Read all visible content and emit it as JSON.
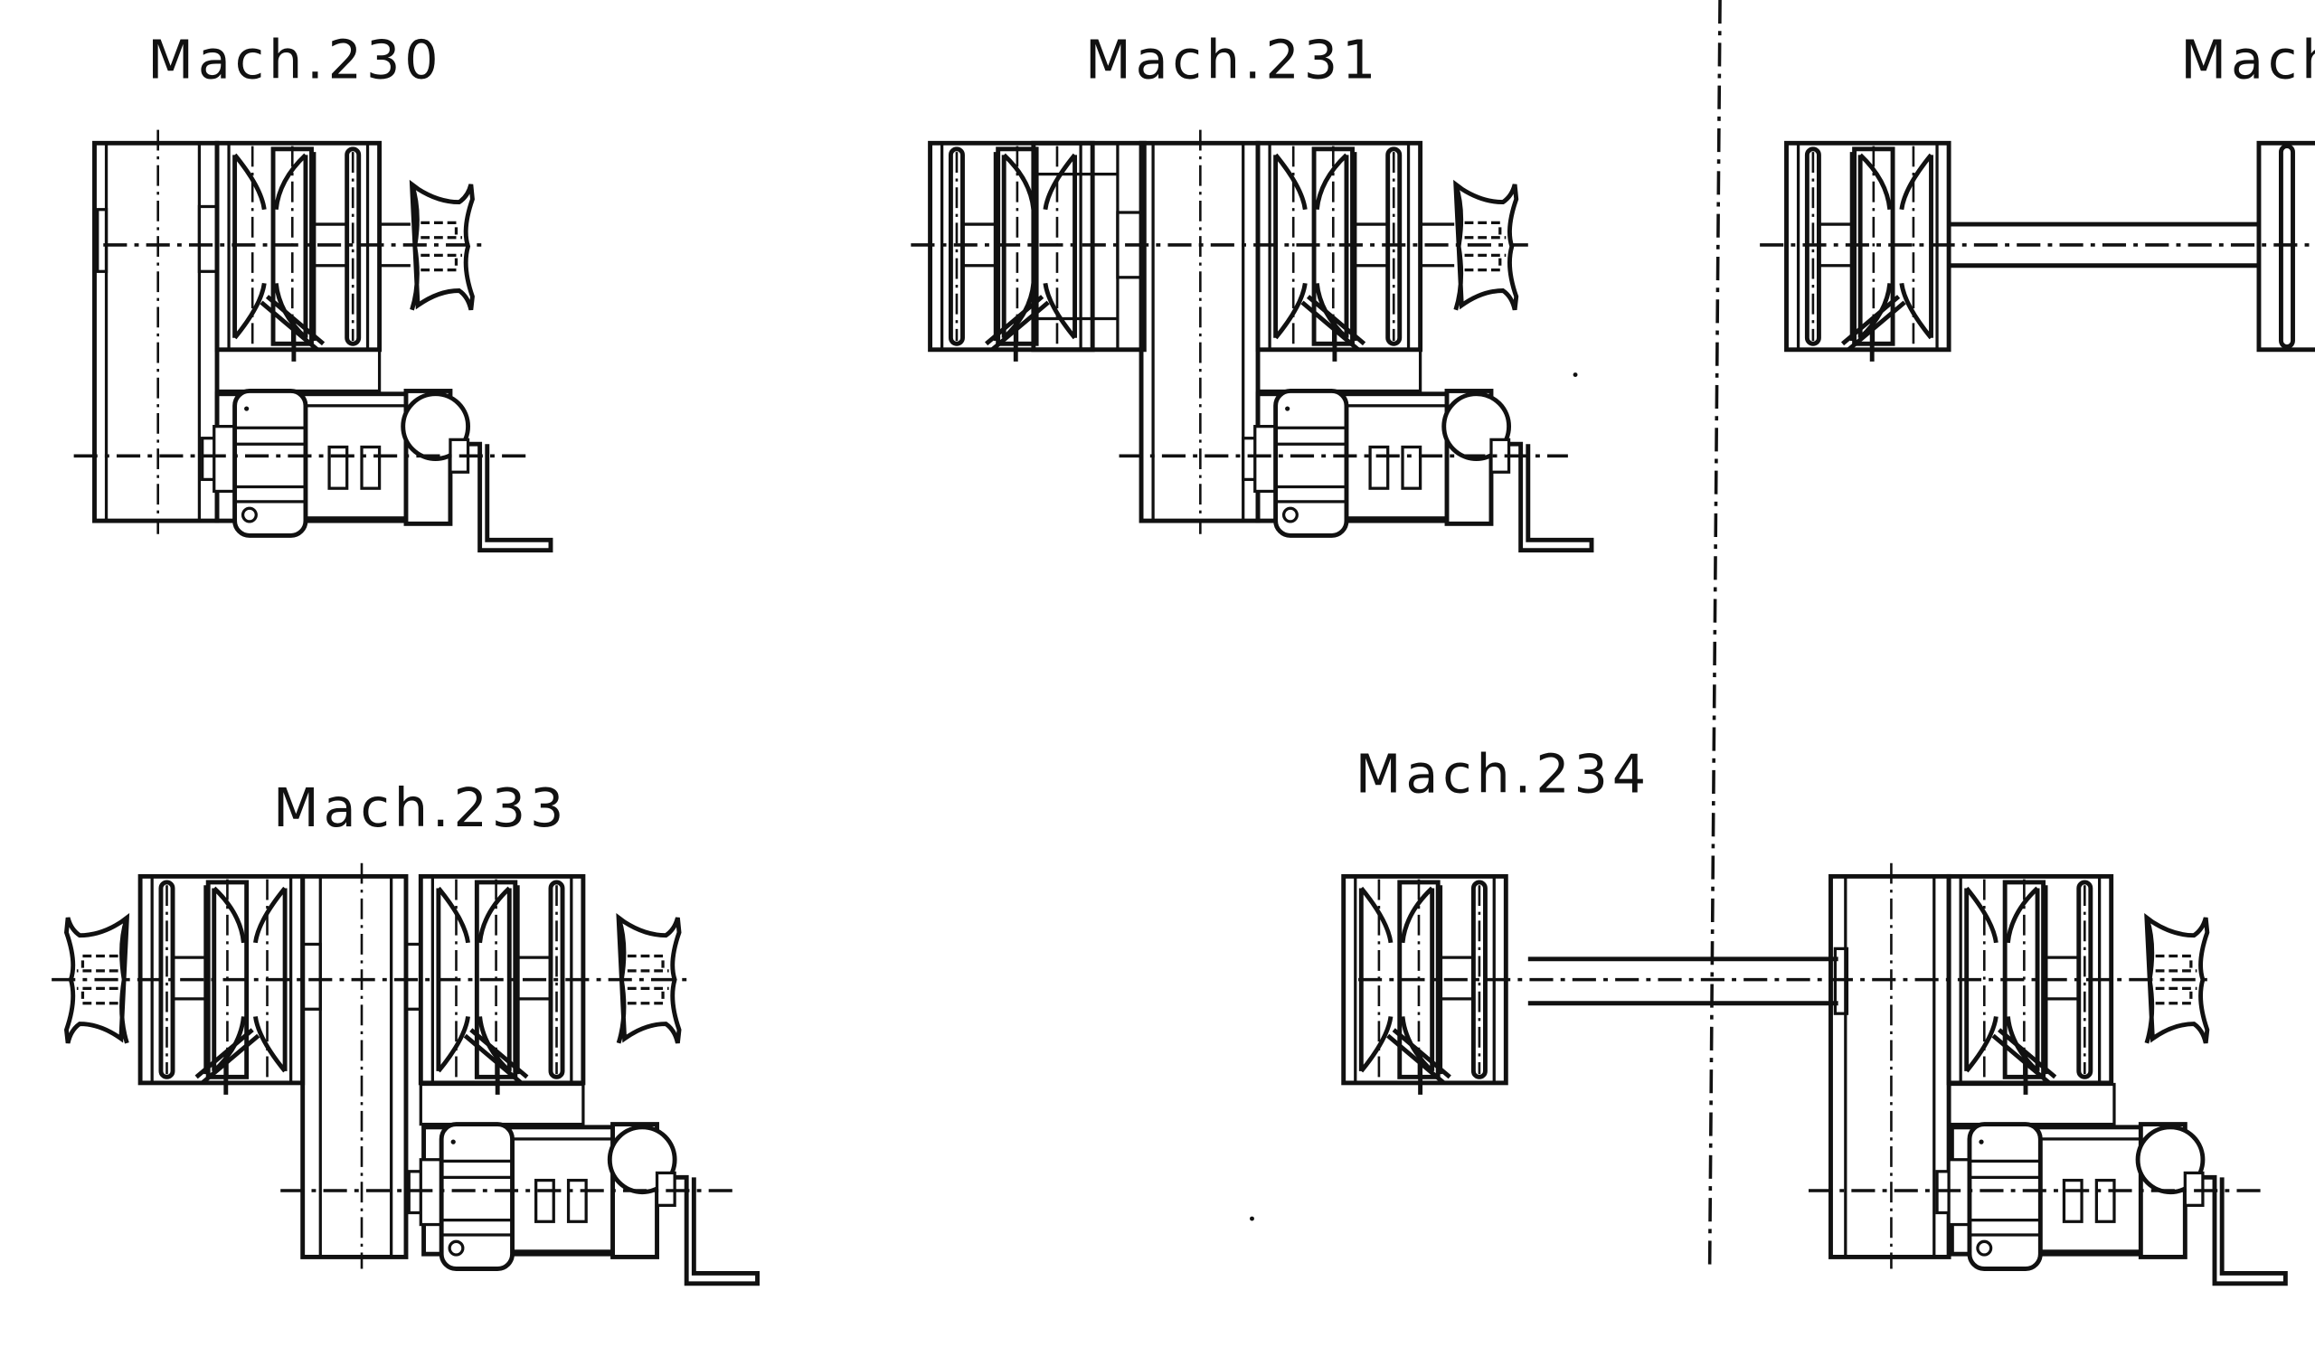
{
  "drawing": {
    "labels": {
      "mach_230": "Mach.230",
      "mach_231": "Mach.231",
      "mach_232_partial": "Mach",
      "mach_233": "Mach.233",
      "mach_234": "Mach.234"
    },
    "colors": {
      "line": "#111111",
      "background": "#ffffff"
    }
  }
}
